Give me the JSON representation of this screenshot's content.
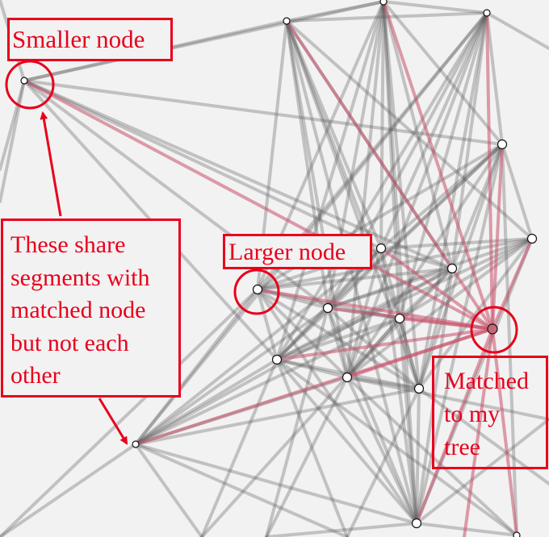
{
  "annotations": {
    "smaller_node": "Smaller node",
    "larger_node": "Larger node",
    "shared_segments": "These share\nsegments with\nmatched node\nbut not each\nother",
    "matched": "Matched\nto my\ntree"
  },
  "colors": {
    "background": "#f2f2f2",
    "annotation": "#e8001c",
    "edge_gray": "#5a5a5a",
    "edge_pink": "#c8506a",
    "matched_fill": "#c46878"
  }
}
